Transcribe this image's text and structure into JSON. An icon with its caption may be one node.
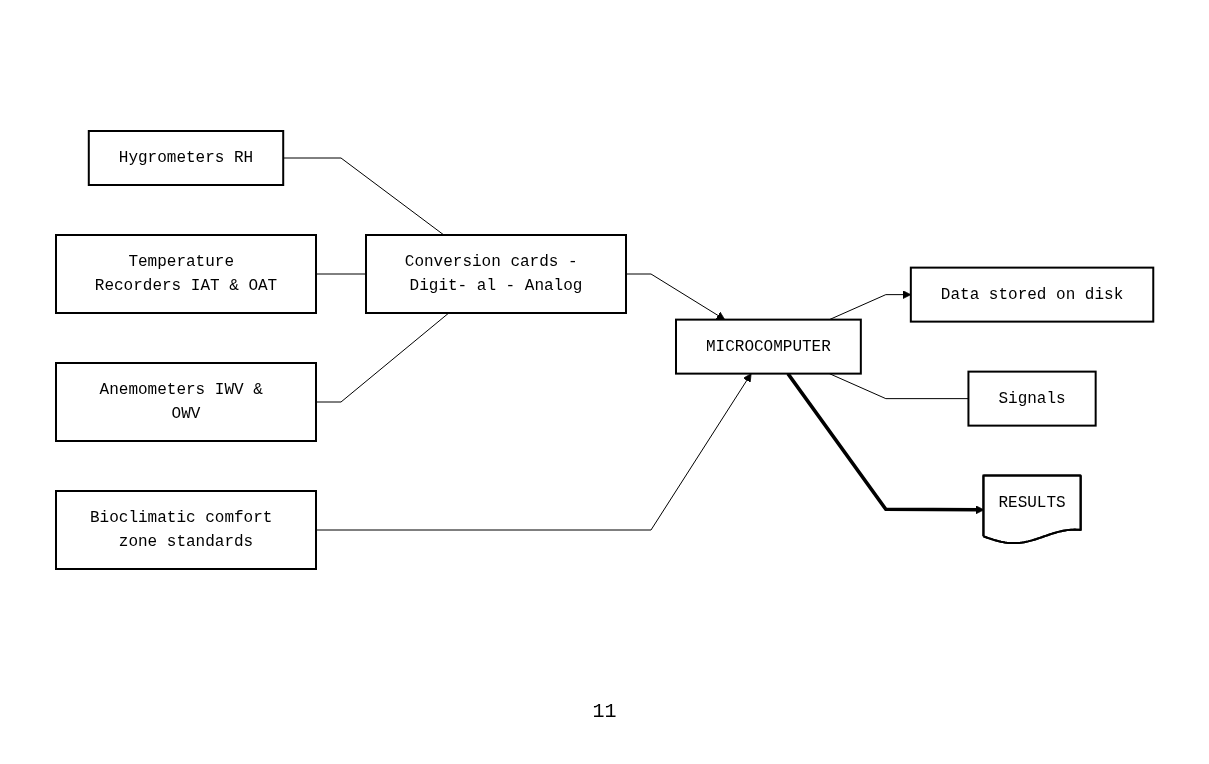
{
  "diagram": {
    "nodes": [
      {
        "text": [
          "Hygrometers RH"
        ]
      },
      {
        "text": [
          "Temperature Recorders IAT & OAT"
        ]
      },
      {
        "text": [
          "Anemometers IWV & OWV"
        ]
      },
      {
        "text": [
          "Conversion cards - Digit- al - Analog"
        ]
      },
      {
        "text": [
          "Bioclimatic comfort zone standards"
        ]
      },
      {
        "text": [
          "Data stored on disk"
        ]
      },
      {
        "text": [
          "MICROCOMPUTER"
        ]
      },
      {
        "text": [
          "Signals"
        ]
      },
      {
        "text": [
          "RESULTS"
        ]
      }
    ],
    "edges": [
      {
        "from": 0,
        "to": 3,
        "arrow": "none"
      },
      {
        "from": 1,
        "to": 3,
        "arrow": "none"
      },
      {
        "from": 2,
        "to": 3,
        "arrow": "none"
      },
      {
        "from": 3,
        "to": 6,
        "arrow": "to"
      },
      {
        "from": 4,
        "to": 6,
        "arrow": "to"
      },
      {
        "from": 6,
        "to": 5,
        "arrow": "to"
      },
      {
        "from": 6,
        "to": 7,
        "arrow": "none"
      },
      {
        "from": 6,
        "to": 8,
        "arrow": "to",
        "style": "thick"
      }
    ],
    "labels": [
      "11"
    ]
  }
}
